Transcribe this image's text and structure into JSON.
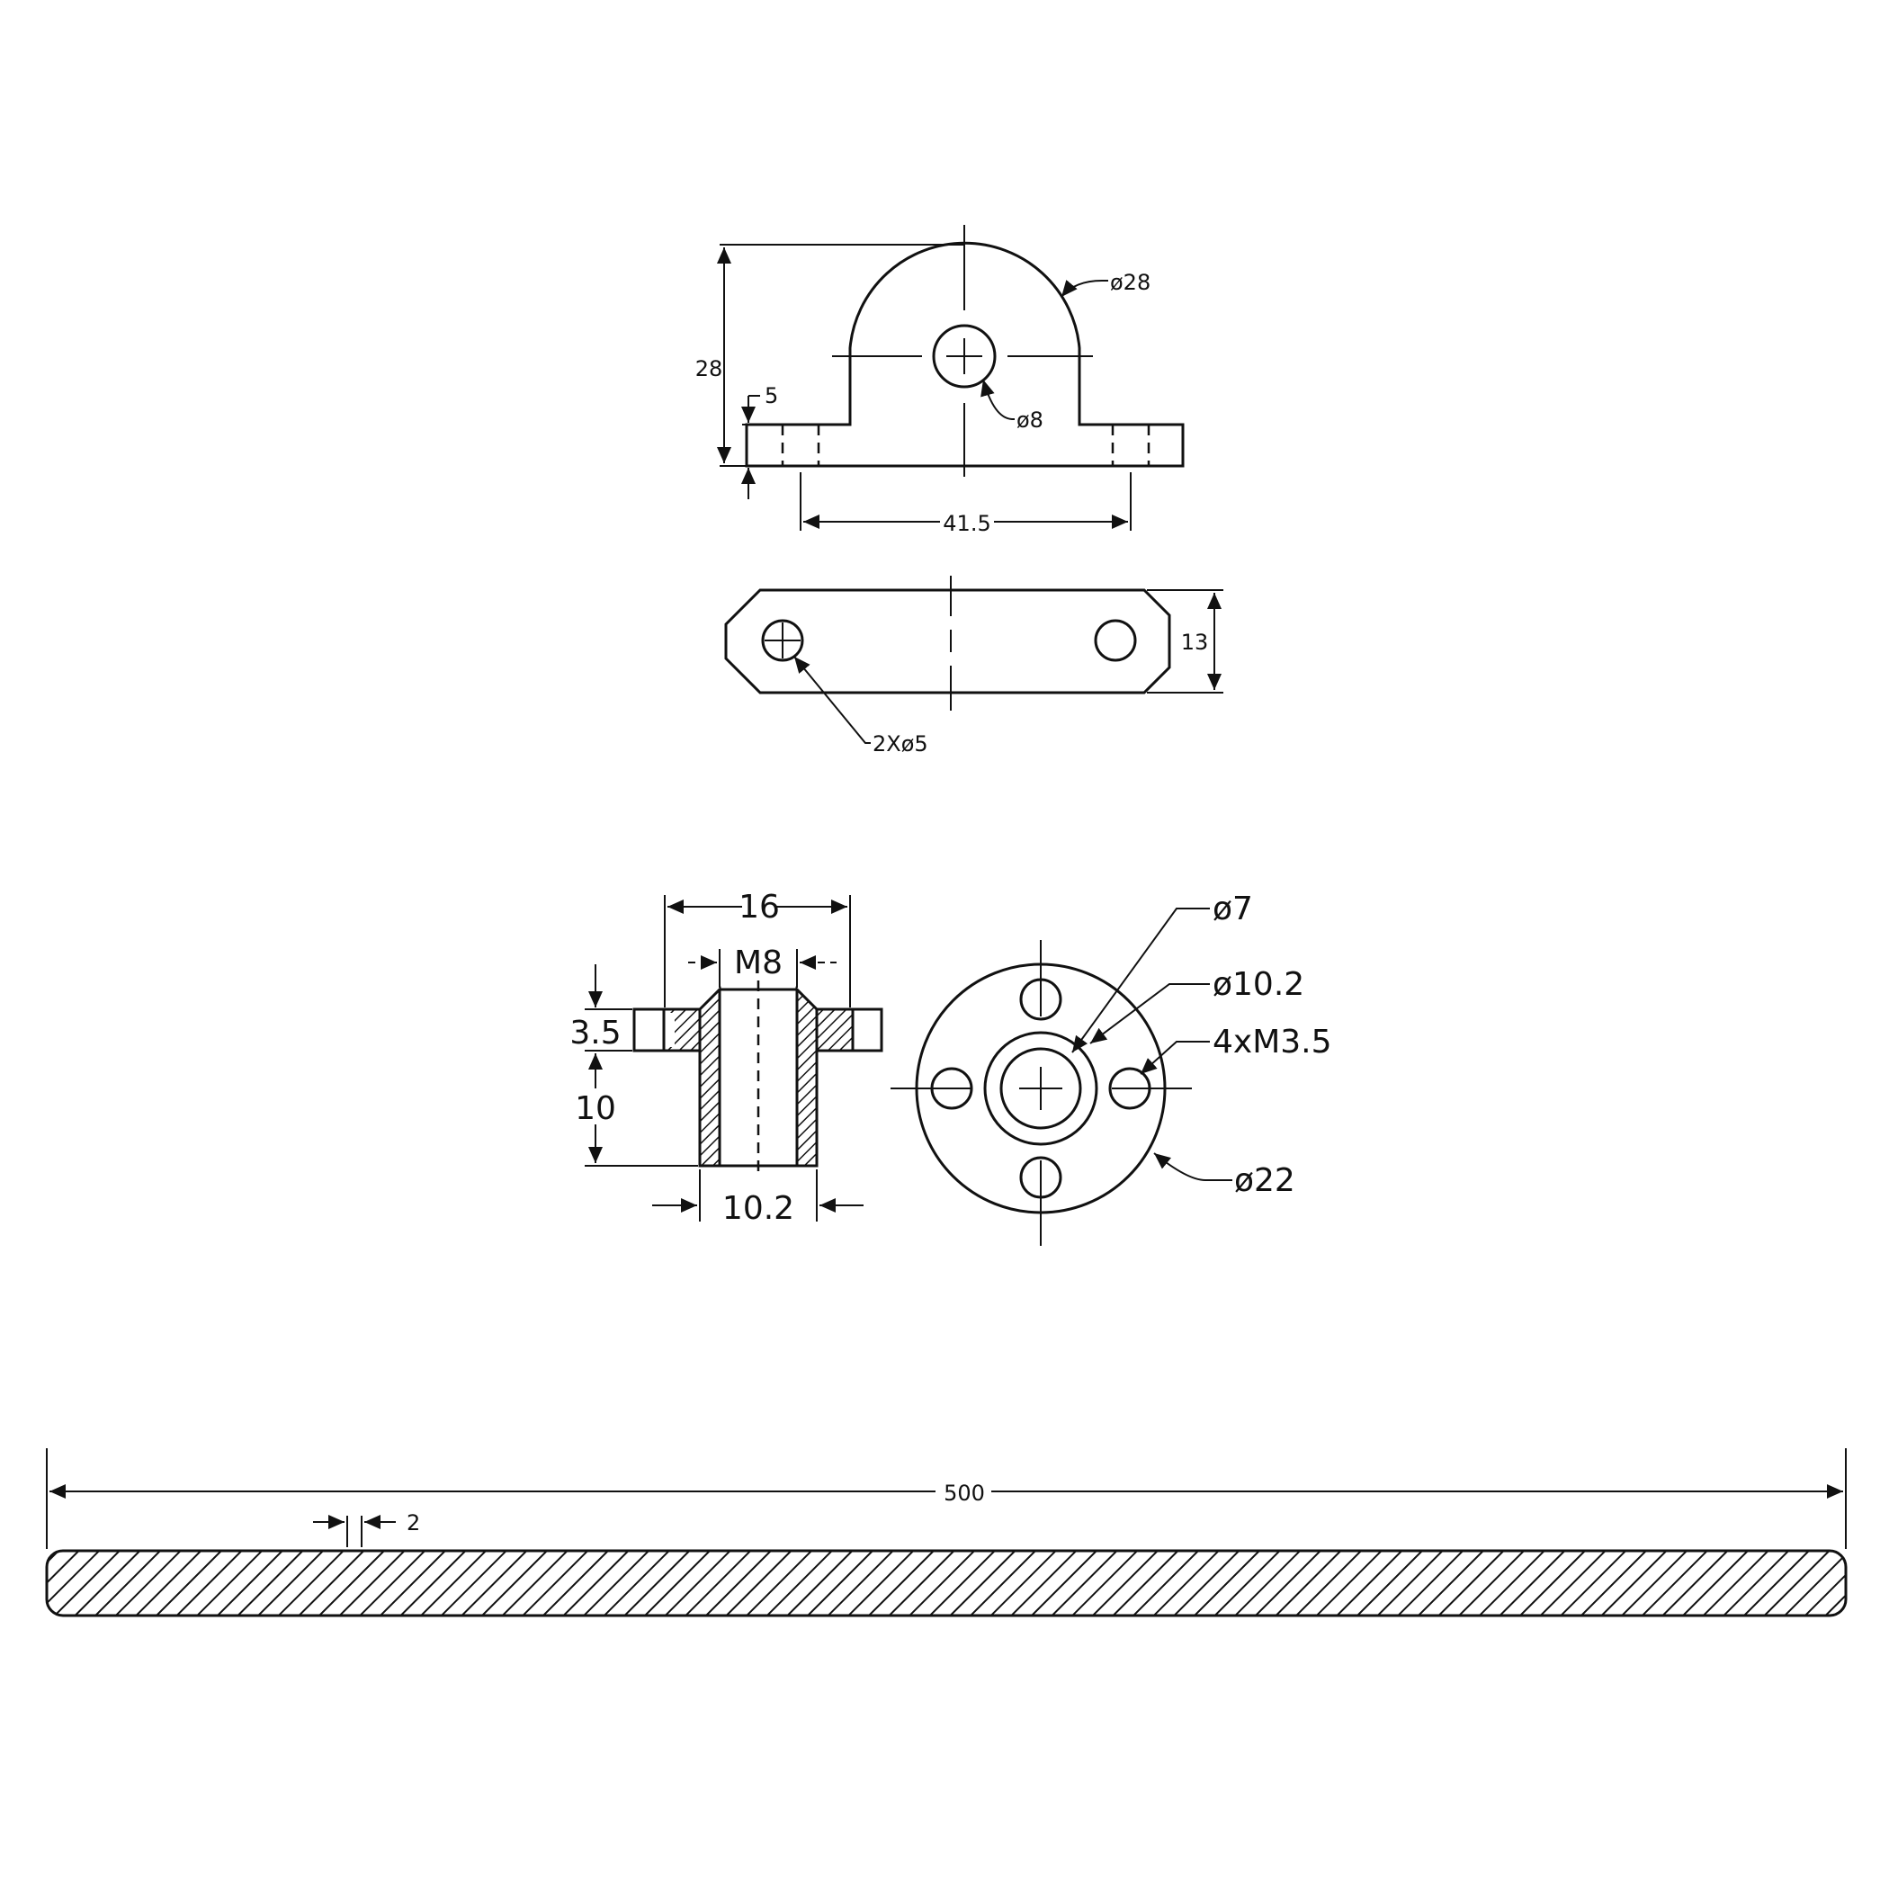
{
  "drawing": {
    "bracket": {
      "height": "28",
      "arc_diameter": "ø28",
      "flange_thickness": "5",
      "hole_diameter": "ø8",
      "hole_spacing": "41.5",
      "width": "13",
      "mount_holes": "2Xø5"
    },
    "nut": {
      "flange_width": "16",
      "thread": "M8",
      "flange_thickness": "3.5",
      "body_height": "10",
      "body_diameter": "10.2",
      "bore": "ø7",
      "bore_outer": "ø10.2",
      "mount_holes": "4xM3.5",
      "flange_diameter": "ø22"
    },
    "rod": {
      "length": "500",
      "pitch": "2"
    }
  }
}
